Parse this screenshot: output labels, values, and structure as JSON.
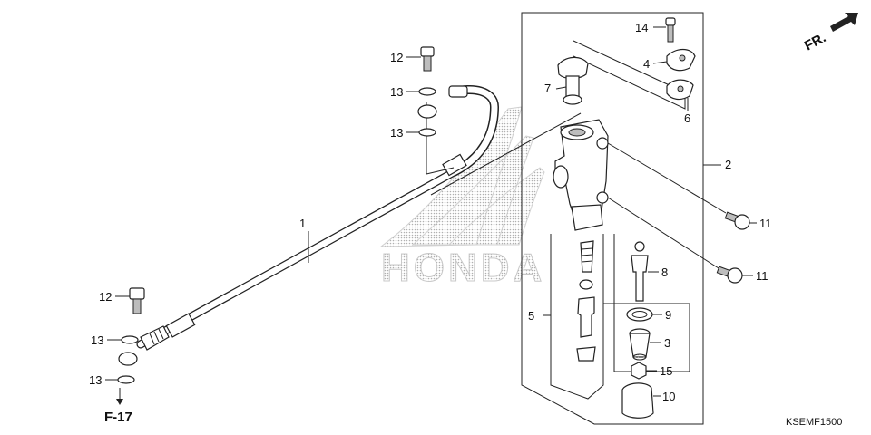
{
  "diagram": {
    "callouts": [
      {
        "id": "c1",
        "label": "1"
      },
      {
        "id": "c2",
        "label": "2"
      },
      {
        "id": "c3",
        "label": "3"
      },
      {
        "id": "c4",
        "label": "4"
      },
      {
        "id": "c5",
        "label": "5"
      },
      {
        "id": "c6",
        "label": "6"
      },
      {
        "id": "c7",
        "label": "7"
      },
      {
        "id": "c8",
        "label": "8"
      },
      {
        "id": "c9",
        "label": "9"
      },
      {
        "id": "c10",
        "label": "10"
      },
      {
        "id": "c11a",
        "label": "11"
      },
      {
        "id": "c11b",
        "label": "11"
      },
      {
        "id": "c12a",
        "label": "12"
      },
      {
        "id": "c12b",
        "label": "12"
      },
      {
        "id": "c13a",
        "label": "13"
      },
      {
        "id": "c13b",
        "label": "13"
      },
      {
        "id": "c13c",
        "label": "13"
      },
      {
        "id": "c13d",
        "label": "13"
      },
      {
        "id": "c14",
        "label": "14"
      },
      {
        "id": "c15",
        "label": "15"
      }
    ],
    "reference": "F-17",
    "direction": "FR.",
    "watermark": "HONDA",
    "code": "KSEMF1500"
  }
}
